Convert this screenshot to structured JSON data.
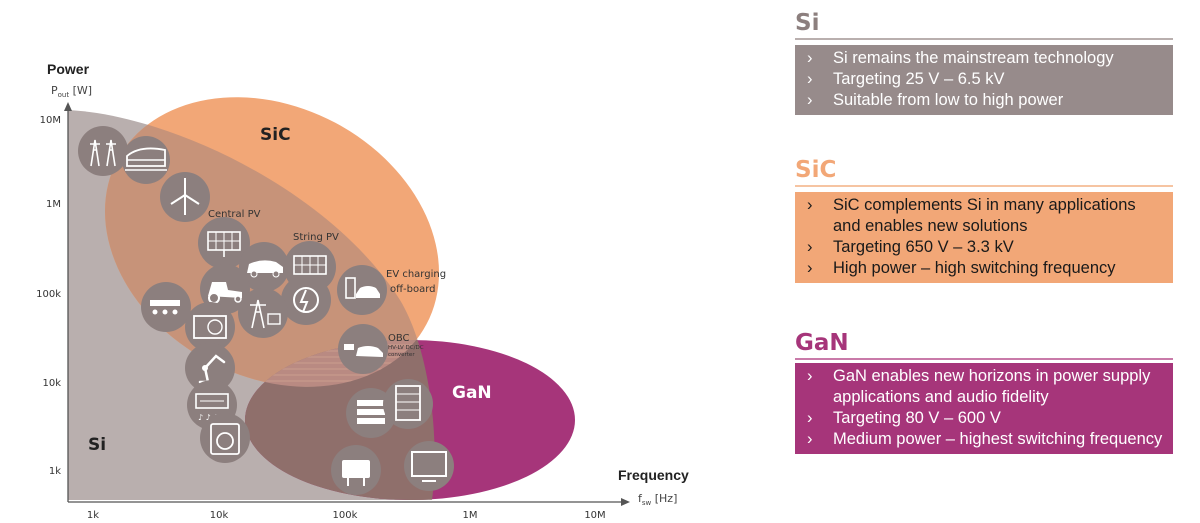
{
  "diagram": {
    "y_axis_title": "Power",
    "y_axis_label_main": "P",
    "y_axis_label_sub": "out",
    "y_axis_label_unit": " [W]",
    "x_axis_title": "Frequency",
    "x_axis_label_main": "f",
    "x_axis_label_sub": "sw",
    "x_axis_label_unit": " [Hz]",
    "y_ticks": [
      "10M",
      "1M",
      "100k",
      "10k",
      "1k"
    ],
    "x_ticks": [
      "1k",
      "10k",
      "100k",
      "1M",
      "10M"
    ],
    "regions": {
      "si": "Si",
      "sic": "SiC",
      "gan": "GaN"
    },
    "app_labels": {
      "central_pv": "Central PV",
      "string_pv": "String PV",
      "ev_charging_1": "EV charging",
      "ev_charging_2": "off-board",
      "obc": "OBC",
      "obc_sub_1": "HV-LV DC/DC",
      "obc_sub_2": "converter"
    },
    "colors": {
      "si": "#b9afae",
      "sic": "#f2a777",
      "gan": "#a6357a",
      "icon": "#8c7f7e",
      "overlap": "#8f6f6b"
    }
  },
  "panels": [
    {
      "title": "Si",
      "title_color": "#8c7f7e",
      "bg": "#978b8b",
      "bullets": [
        "Si remains the mainstream technology",
        "Targeting 25 V – 6.5 kV",
        "Suitable from low to high power"
      ]
    },
    {
      "title": "SiC",
      "title_color": "#f2a777",
      "bg": "#f2a777",
      "bullets": [
        "SiC complements Si in many applications and enables new solutions",
        "Targeting 650 V – 3.3 kV",
        "High power – high switching frequency"
      ]
    },
    {
      "title": "GaN",
      "title_color": "#a6357a",
      "bg": "#a6357a",
      "bullets": [
        "GaN enables new horizons in power supply applications and audio fidelity",
        "Targeting 80 V – 600 V",
        "Medium power – highest switching frequency"
      ]
    }
  ],
  "bullet_marker": "›"
}
